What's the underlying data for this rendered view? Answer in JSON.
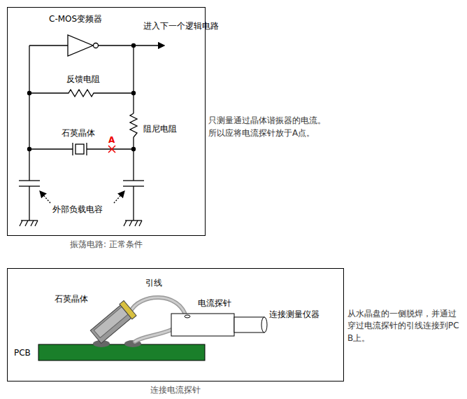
{
  "diagram": {
    "nodes": [
      {
        "text": [
          "振荡电路: 正常条件"
        ]
      },
      {
        "text": [
          "连接电流探针"
        ]
      }
    ],
    "labels": [
      "C-MOS变频器",
      "进入下一个逻辑电路",
      "反馈电阻",
      "阻尼电阻",
      "石英晶体",
      "A",
      "外部负载电容",
      "只测量通过晶体谐振器的电流。",
      "所以应将电流探针放于A点。",
      "引线",
      "石英晶体",
      "电流探针",
      "连接测量仪器",
      "PCB",
      "从水晶盘的一侧脱焊，并通过穿过电流探针的引线连接到PCB上。"
    ]
  }
}
